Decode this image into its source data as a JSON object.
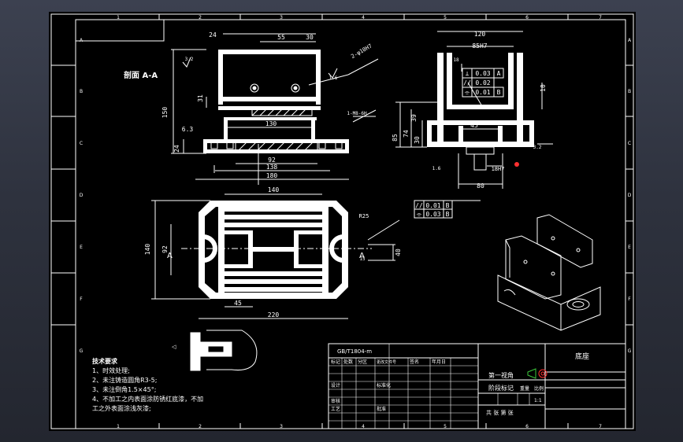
{
  "colors": {
    "background": "#2b2f3a",
    "sheet": "#000000",
    "lines": "#ffffff",
    "accent_red": "#ff3030",
    "accent_green": "#3cc73c"
  },
  "border": {
    "top_columns": [
      "1",
      "2",
      "3",
      "4",
      "5",
      "6",
      "7"
    ],
    "bottom_columns": [
      "1",
      "2",
      "3",
      "4",
      "5",
      "6",
      "7"
    ],
    "left_rows": [
      "A",
      "B",
      "C",
      "D",
      "E",
      "F",
      "G"
    ],
    "right_rows": [
      "A",
      "B",
      "C",
      "D",
      "E",
      "F",
      "G"
    ]
  },
  "section_label": "剖面 A-A",
  "front_view": {
    "dims": {
      "d24": "24",
      "d55": "55",
      "d30": "30",
      "d150": "150",
      "d31": "31",
      "d130": "130",
      "d63": "6.3",
      "d24b": "24",
      "d92": "92",
      "d138": "138",
      "d180": "180"
    },
    "hole_note": "2-φ10H7",
    "roughness": [
      "3.2",
      "1.6"
    ],
    "leader_note": "1-M8-6H"
  },
  "side_view": {
    "dims": {
      "d120": "120",
      "d85h7": "85H7",
      "d18": "18",
      "d10": "10",
      "d39": "39",
      "d45": "45",
      "d85": "85",
      "d74": "74",
      "d30": "30",
      "d32": "3.2",
      "d18h7": "18H7",
      "d80": "80"
    },
    "frames": [
      {
        "sym": "⊥",
        "val": "0.03",
        "ref": "A"
      },
      {
        "sym": "//",
        "val": "0.02",
        "ref": ""
      },
      {
        "sym": "⌯",
        "val": "0.01",
        "ref": "B"
      }
    ],
    "frames_lower": [
      {
        "sym": "//",
        "val": "0.01",
        "ref": "B"
      },
      {
        "sym": "⌯",
        "val": "0.03",
        "ref": "B"
      }
    ],
    "roughness": "1.6"
  },
  "top_view": {
    "dims": {
      "d140": "140",
      "d140v": "140",
      "d92": "92",
      "d45": "45",
      "d220": "220",
      "r25": "R25",
      "d40": "40",
      "d15": "15"
    },
    "section_marks": [
      "A",
      "A"
    ]
  },
  "notes": {
    "title": "技术要求",
    "items": [
      "1、时效处理;",
      "2、未注铸造圆角R3-5;",
      "3、未注倒角1.5×45°;",
      "4、不加工之内表面涂防锈红底漆，不加",
      "工之外表面涂浅灰漆;"
    ]
  },
  "title_block": {
    "standard": "GB/T1804-m",
    "projection": "第一视角",
    "stage_mark": "阶段标记",
    "weight": "重量",
    "scale": "比例",
    "scale_value": "1:1",
    "sheets": "共  张 第  张",
    "part_name": "底座",
    "rev_labels": [
      "标记",
      "处数",
      "分区",
      "更改文件号",
      "签名",
      "年月日"
    ],
    "sign_labels": [
      "设计",
      "标准化",
      "审核",
      "工艺",
      "批准"
    ]
  }
}
